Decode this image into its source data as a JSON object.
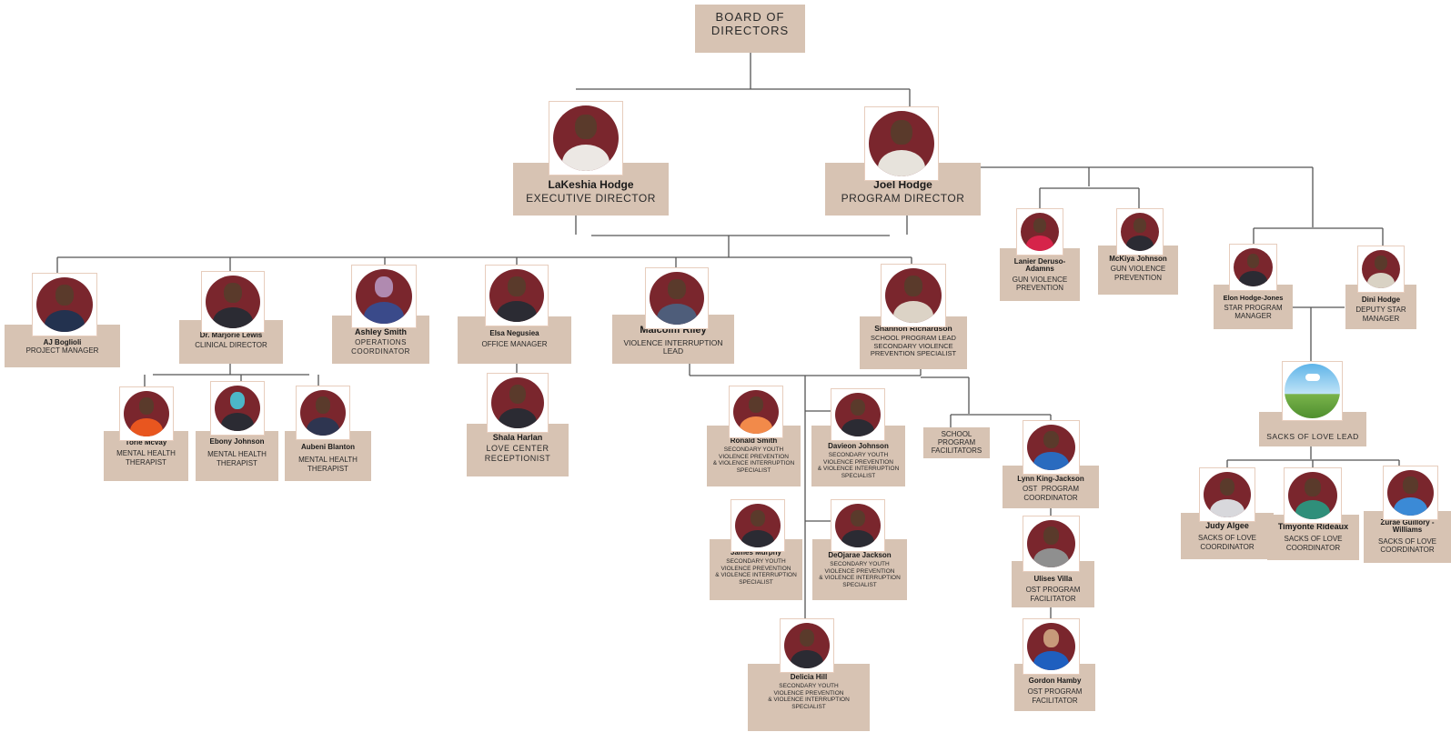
{
  "board": {
    "label": "BOARD OF\nDIRECTORS"
  },
  "executives": [
    {
      "name": "LaKeshia Hodge",
      "role": "EXECUTIVE DIRECTOR"
    },
    {
      "name": "Joel Hodge",
      "role": "PROGRAM DIRECTOR"
    }
  ],
  "exec_staff": [
    {
      "name": "AJ Boglioli",
      "role": "PROJECT MANAGER"
    },
    {
      "name": "Dr. Marjorie Lewis",
      "role": "CLINICAL DIRECTOR"
    },
    {
      "name": "Ashley Smith",
      "role": "OPERATIONS\nCOORDINATOR"
    },
    {
      "name": "Elsa Negusiea",
      "role": "OFFICE MANAGER"
    },
    {
      "name": "Malcolm Riley",
      "role": "VIOLENCE INTERRUPTION\nLEAD"
    },
    {
      "name": "Shannon Richardson",
      "role": "SCHOOL PROGRAM LEAD\nSECONDARY VIOLENCE\nPREVENTION SPECIALIST"
    }
  ],
  "therapists": [
    {
      "name": "Torie Mcvay",
      "role": "MENTAL HEALTH\nTHERAPIST"
    },
    {
      "name": "Ebony Johnson",
      "role": "MENTAL HEALTH\nTHERAPIST"
    },
    {
      "name": "Aubeni Blanton",
      "role": "MENTAL HEALTH\nTHERAPIST"
    }
  ],
  "receptionist": {
    "name": "Shala Harlan",
    "role": "LOVE CENTER\nRECEPTIONIST"
  },
  "specialists": [
    {
      "name": "Ronald Smith",
      "role": "SECONDARY YOUTH\nVIOLENCE PREVENTION\n& VIOLENCE INTERRUPTION\nSPECIALIST"
    },
    {
      "name": "Davieon Johnson",
      "role": "SECONDARY YOUTH\nVIOLENCE PREVENTION\n& VIOLENCE INTERRUPTION\nSPECIALIST"
    },
    {
      "name": "James Murphy",
      "role": "SECONDARY YOUTH\nVIOLENCE PREVENTION\n& VIOLENCE INTERRUPTION\nSPECIALIST"
    },
    {
      "name": "DeOjarae Jackson",
      "role": "SECONDARY YOUTH\nVIOLENCE PREVENTION\n& VIOLENCE INTERRUPTION\nSPECIALIST"
    },
    {
      "name": "Delicia Hill",
      "role": "SECONDARY YOUTH\nVIOLENCE PREVENTION\n& VIOLENCE INTERRUPTION\nSPECIALIST"
    }
  ],
  "school_program": {
    "label": "SCHOOL\nPROGRAM\nFACILITATORS"
  },
  "ost": [
    {
      "name": "Lynn King-Jackson",
      "role": "OST  PROGRAM\nCOORDINATOR"
    },
    {
      "name": "Ulises Villa",
      "role": "OST PROGRAM\nFACILITATOR"
    },
    {
      "name": "Gordon Hamby",
      "role": "OST PROGRAM\nFACILITATOR"
    }
  ],
  "gun_violence": [
    {
      "name": "Lanier Deruso-\nAdamns",
      "role": "GUN VIOLENCE\nPREVENTION"
    },
    {
      "name": "McKiya Johnson",
      "role": "GUN VIOLENCE\nPREVENTION"
    }
  ],
  "star": [
    {
      "name": "Elon Hodge-Jones",
      "role": "STAR PROGRAM\nMANAGER"
    },
    {
      "name": "Dini Hodge",
      "role": "DEPUTY STAR\nMANAGER"
    }
  ],
  "sacks": {
    "lead": "SACKS OF LOVE LEAD",
    "coordinators": [
      {
        "name": "Judy Algee",
        "role": "SACKS OF LOVE\nCOORDINATOR"
      },
      {
        "name": "Timyonte Rideaux",
        "role": "SACKS OF LOVE\nCOORDINATOR"
      },
      {
        "name": "Zurae Guillory -\nWilliams",
        "role": "SACKS OF LOVE\nCOORDINATOR"
      }
    ]
  },
  "colors": {
    "box": "#d7c3b3",
    "photo_bg": "#7a262d",
    "line": "#555555"
  }
}
